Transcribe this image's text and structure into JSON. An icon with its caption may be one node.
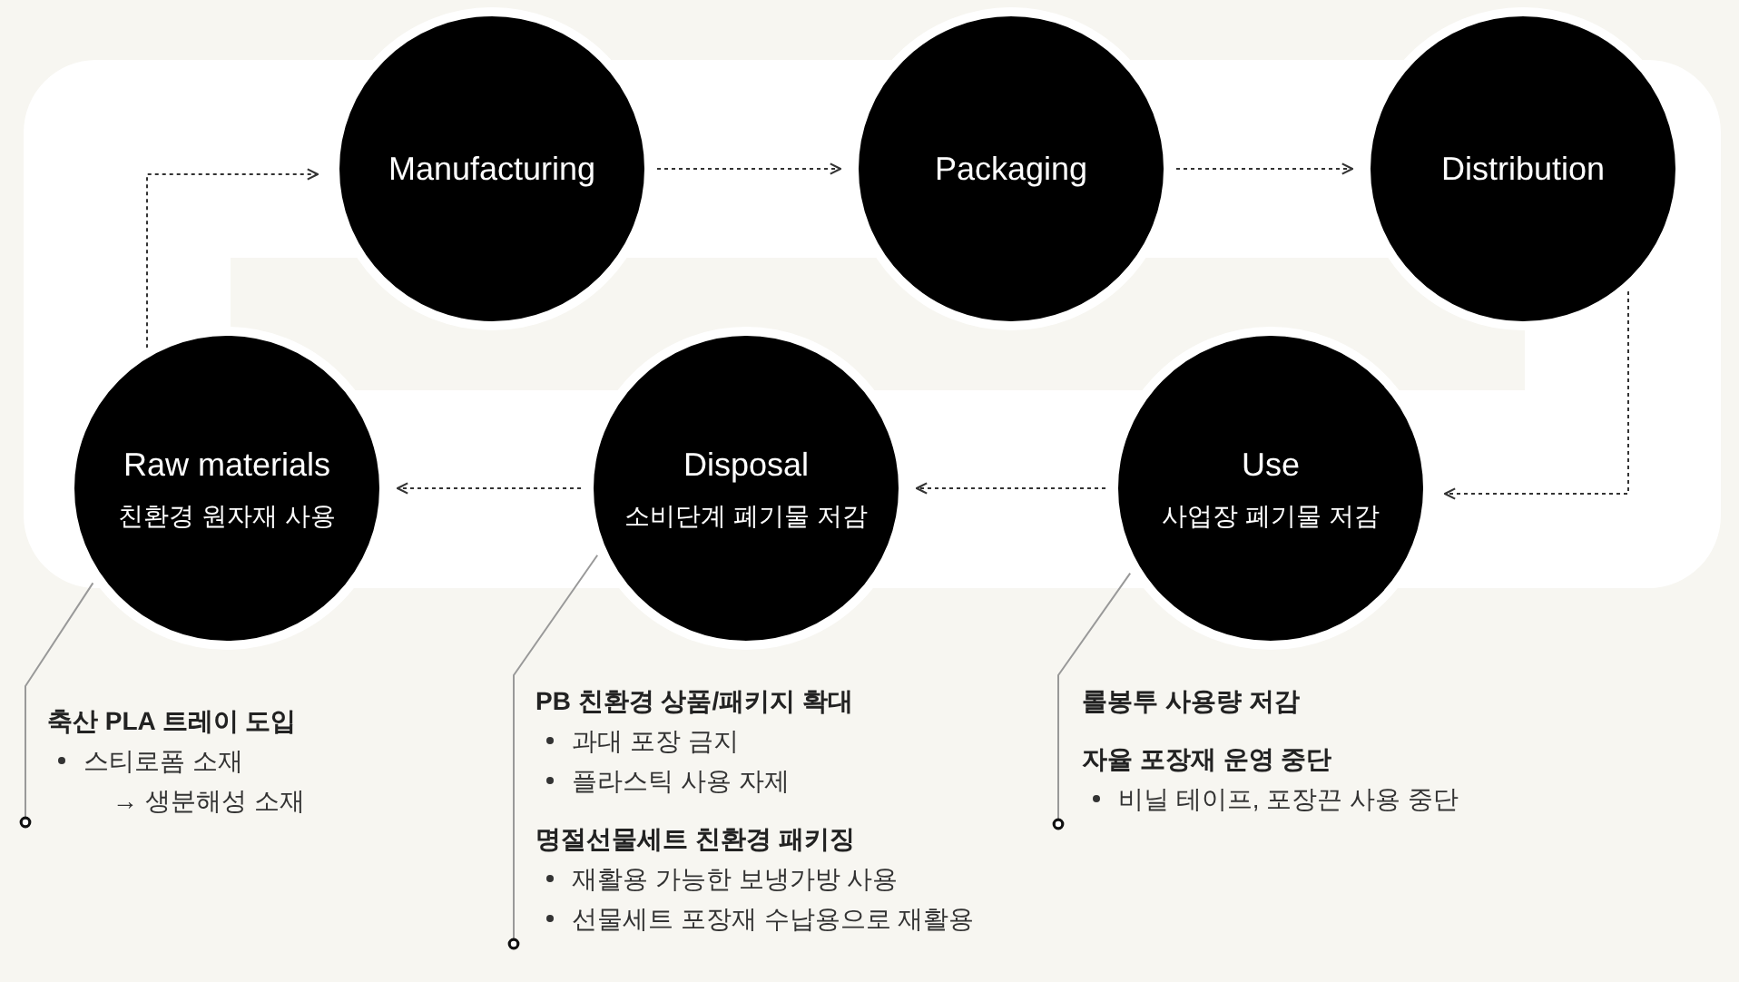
{
  "diagram": {
    "nodes": [
      {
        "text": [
          "Manufacturing"
        ]
      },
      {
        "text": [
          "Packaging"
        ]
      },
      {
        "text": [
          "Distribution"
        ]
      },
      {
        "text": [
          "Raw materials",
          "친환경 원자재 사용"
        ]
      },
      {
        "text": [
          "Disposal",
          "소비단계 폐기물 저감"
        ]
      },
      {
        "text": [
          "Use",
          "사업장 폐기물 저감"
        ]
      },
      {
        "text": [
          "축산 PLA 트레이 도입",
          "스티로폼 소재",
          "→ 생분해성 소재"
        ]
      },
      {
        "text": [
          "PB 친환경 상품/패키지 확대",
          "과대 포장 금지",
          "플라스틱 사용 자제",
          "명절선물세트 친환경 패키징",
          "재활용 가능한 보냉가방 사용",
          "선물세트 포장재 수납용으로 재활용"
        ]
      },
      {
        "text": [
          "롤봉투 사용량 저감",
          "자율 포장재 운영 중단",
          "비닐 테이프, 포장끈 사용 중단"
        ]
      }
    ],
    "edges": [
      {
        "from": 3,
        "to": 0,
        "arrow": "to",
        "style": "dashed"
      },
      {
        "from": 0,
        "to": 1,
        "arrow": "to",
        "style": "dashed"
      },
      {
        "from": 1,
        "to": 2,
        "arrow": "to",
        "style": "dashed"
      },
      {
        "from": 2,
        "to": 5,
        "arrow": "to",
        "style": "dashed"
      },
      {
        "from": 5,
        "to": 4,
        "arrow": "to",
        "style": "dashed"
      },
      {
        "from": 4,
        "to": 3,
        "arrow": "to",
        "style": "dashed"
      },
      {
        "from": 6,
        "to": 3,
        "arrow": "other",
        "color": "#999999"
      },
      {
        "from": 7,
        "to": 4,
        "arrow": "other",
        "color": "#999999"
      },
      {
        "from": 8,
        "to": 5,
        "arrow": "other",
        "color": "#999999"
      }
    ]
  }
}
